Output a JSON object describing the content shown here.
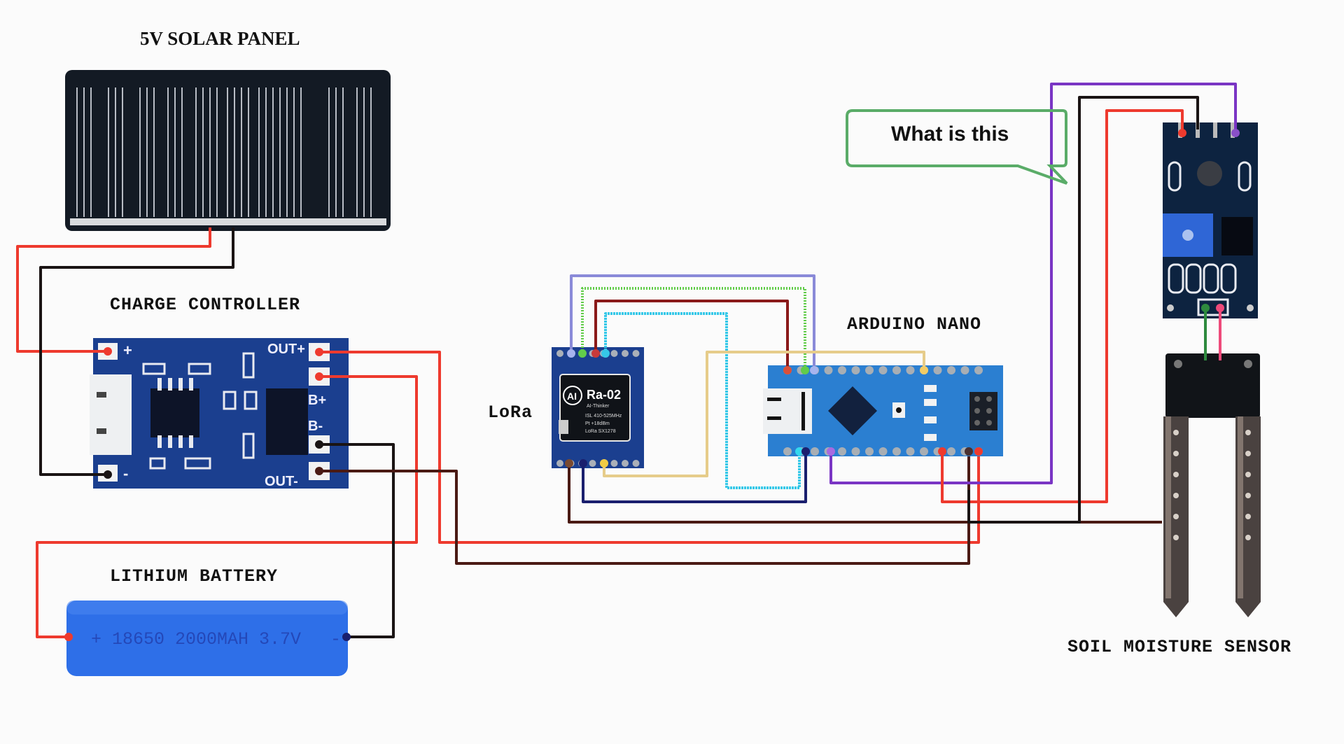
{
  "labels": {
    "solar_panel": "5V SOLAR PANEL",
    "charge_controller": "CHARGE CONTROLLER",
    "lithium_battery": "LITHIUM BATTERY",
    "lora": "LoRa",
    "arduino_nano": "ARDUINO NANO",
    "soil_moisture_sensor": "SOIL MOISTURE SENSOR"
  },
  "callout": {
    "text": "What is this"
  },
  "charge_controller": {
    "pins": {
      "plus": "+",
      "minus": "-",
      "out_plus": "OUT+",
      "b_plus": "B+",
      "b_minus": "B-",
      "out_minus": "OUT-"
    }
  },
  "battery": {
    "marking": "18650 2000MAH 3.7V",
    "plus": "+",
    "minus": "-"
  },
  "lora_module": {
    "model": "Ra-02",
    "brand": "AI",
    "sub": "AI-Thinker",
    "spec1": "ISL 410-525MHz",
    "spec2": "Pt +18dBm",
    "spec3": "LoRa SX1278"
  },
  "colors": {
    "pcb_blue": "#1b3f8f",
    "pcb_dark": "#0d1f45",
    "nano_blue": "#2b7fd1",
    "sensor_pcb": "#0d2340",
    "battery_blue": "#2e6fe8",
    "wire_red": "#ee3a2e",
    "wire_black": "#1a1414",
    "wire_brown": "#4a1a14",
    "wire_purple": "#7a35c4",
    "wire_navy": "#1a1f6e",
    "wire_cyan": "#35c8e8",
    "wire_green": "#62cc4a",
    "wire_lavender": "#8a8ad8",
    "wire_maroon": "#8a1a1a",
    "wire_tan": "#e6cc8a",
    "callout_green": "#5aac68"
  }
}
